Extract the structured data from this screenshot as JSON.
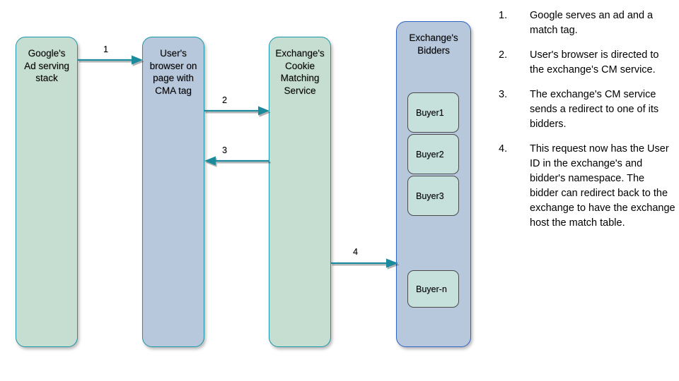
{
  "diagram": {
    "boxes": [
      {
        "id": "google-ad-serving-stack",
        "label": "Google's\nAd serving\nstack",
        "variant": "green"
      },
      {
        "id": "user-browser",
        "label": "User's\nbrowser on\npage with\nCMA tag",
        "variant": "blue"
      },
      {
        "id": "exchange-cookie-matching-service",
        "label": "Exchange's\nCookie\nMatching\nService",
        "variant": "green"
      },
      {
        "id": "exchange-bidders",
        "label": "Exchange's\nBidders",
        "variant": "blue-steel"
      }
    ],
    "buyers": [
      {
        "id": "buyer1",
        "label": "Buyer1"
      },
      {
        "id": "buyer2",
        "label": "Buyer2"
      },
      {
        "id": "buyer3",
        "label": "Buyer3"
      },
      {
        "id": "buyer-n",
        "label": "Buyer-n"
      }
    ],
    "arrows": [
      {
        "id": "arrow-1",
        "label": "1",
        "direction": "right",
        "from": "google-ad-serving-stack",
        "to": "user-browser"
      },
      {
        "id": "arrow-2",
        "label": "2",
        "direction": "right",
        "from": "user-browser",
        "to": "exchange-cookie-matching-service"
      },
      {
        "id": "arrow-3",
        "label": "3",
        "direction": "left",
        "from": "exchange-cookie-matching-service",
        "to": "user-browser"
      },
      {
        "id": "arrow-4",
        "label": "4",
        "direction": "right",
        "from": "exchange-cookie-matching-service",
        "to": "exchange-bidders"
      }
    ]
  },
  "steps": [
    {
      "number": "1.",
      "text": "Google serves an ad and a match tag."
    },
    {
      "number": "2.",
      "text": "User's browser is directed to the exchange's CM service."
    },
    {
      "number": "3.",
      "text": "The exchange's CM service sends a redirect to one of its bidders."
    },
    {
      "number": "4.",
      "text": "This request now has the User ID in the exchange's and bidder's namespace. The bidder can redirect back to the exchange to have the exchange host the match table."
    }
  ],
  "colors": {
    "arrow": "#1a8a9c",
    "green_fill": "#c6ded2",
    "blue_fill": "#b7c7dc",
    "teal_border": "#1a96a8",
    "steel_border": "#2f63c4",
    "buyer_fill": "#c6e1dc",
    "buyer_border": "#4a4a4a"
  }
}
